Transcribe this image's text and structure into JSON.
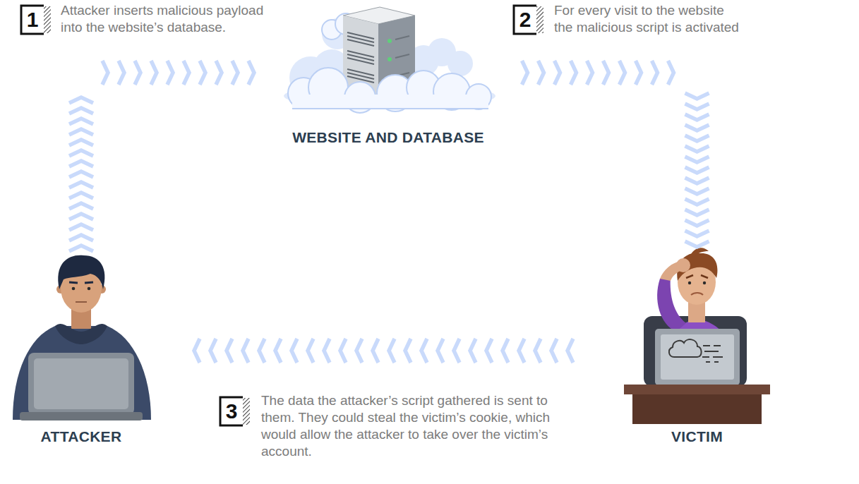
{
  "diagram": {
    "nodes": [
      {
        "text": [
          "WEBSITE AND DATABASE"
        ]
      },
      {
        "text": [
          "ATTACKER"
        ]
      },
      {
        "text": [
          "VICTIM"
        ]
      }
    ],
    "edges": [
      {
        "from": 1,
        "to": 0,
        "arrow": "to"
      },
      {
        "from": 0,
        "to": 2,
        "arrow": "to"
      },
      {
        "from": 2,
        "to": 1,
        "arrow": "to"
      }
    ],
    "labels": [
      "1",
      "Attacker inserts malicious payload into the website’s database.",
      "2",
      "For every visit to the website the malicious script is activated",
      "3",
      "The data the attacker’s script gathered is sent to them. They could steal the victim’s cookie, which would allow the attacker to take over the victim’s account."
    ]
  }
}
